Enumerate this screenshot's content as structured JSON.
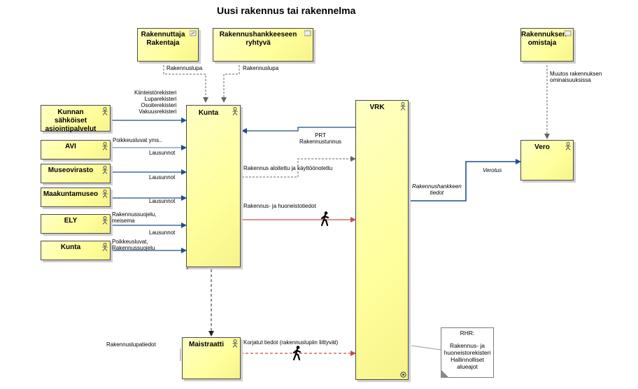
{
  "title": "Uusi rakennus tai rakennelma",
  "actors": {
    "rakennuttaja": "Rakennuttaja\nRakentaja",
    "hanke": "Rakennushankkeeseen\nryhtyvä",
    "omistaja": "Rakennuksen\nomistaja",
    "sahkoiset": "Kunnan sähköiset\nasiointipalvelut",
    "avi": "AVI",
    "museovirasto": "Museovirasto",
    "maakuntamuseo": "Maakuntamuseo",
    "ely": "ELY",
    "kunta_small": "Kunta",
    "kunta": "Kunta",
    "vrk": "VRK",
    "vero": "Vero",
    "maistraatti": "Maistraatti"
  },
  "labels": {
    "rakennuslupa_1": "Rakennuslupa",
    "rakennuslupa_2": "Rakennuslupa",
    "registers": "Kiinteistörekisteri\nLuparekisteri\nOsoiterekisteri\nVakuusrekisteri",
    "poikkeusluvat_yms": "Poikkeusluvat yms..",
    "lausunnot_1": "Lausunnot",
    "lausunnot_2": "Lausunnot",
    "lausunnot_3": "Lausunnot",
    "lausunnot_4": "Lausunnot",
    "rakennussuojelu_merisma": "Rakennussuojelu,\nmeisema",
    "poikkeusluvat_suojelu": "Poikkeusluvat,\nRakennussuojelu",
    "prt": "PRT\nRakennustunnus",
    "aloitettu": "Rakennus aloitettu ja käyttöönotettu",
    "huoneistotiedot": "Rakennus- ja huoneistotiedot",
    "muutos": "Muutos rakennuksen\nominaisuuksissa",
    "hanketiedot": "Rakennushankkeen\ntiedot",
    "verotus": "Verotus",
    "lupatiedot": "Rakennuslupatiedot",
    "korjatut": "Korjatut tiedot (rakennuslupiin liittyvät)"
  },
  "note": {
    "title": "RHR:",
    "body": "Rakennus- ja\nhuoneistorekisteri\nHallinnolliset\nalueajot"
  },
  "colors": {
    "box_fill": "#ffff9c",
    "flow_blue": "#1f4e8c",
    "flow_red": "#c0504d",
    "dashed_gray": "#555555"
  },
  "icons": {
    "actor": "actor-icon",
    "runner": "running-figure-icon"
  }
}
